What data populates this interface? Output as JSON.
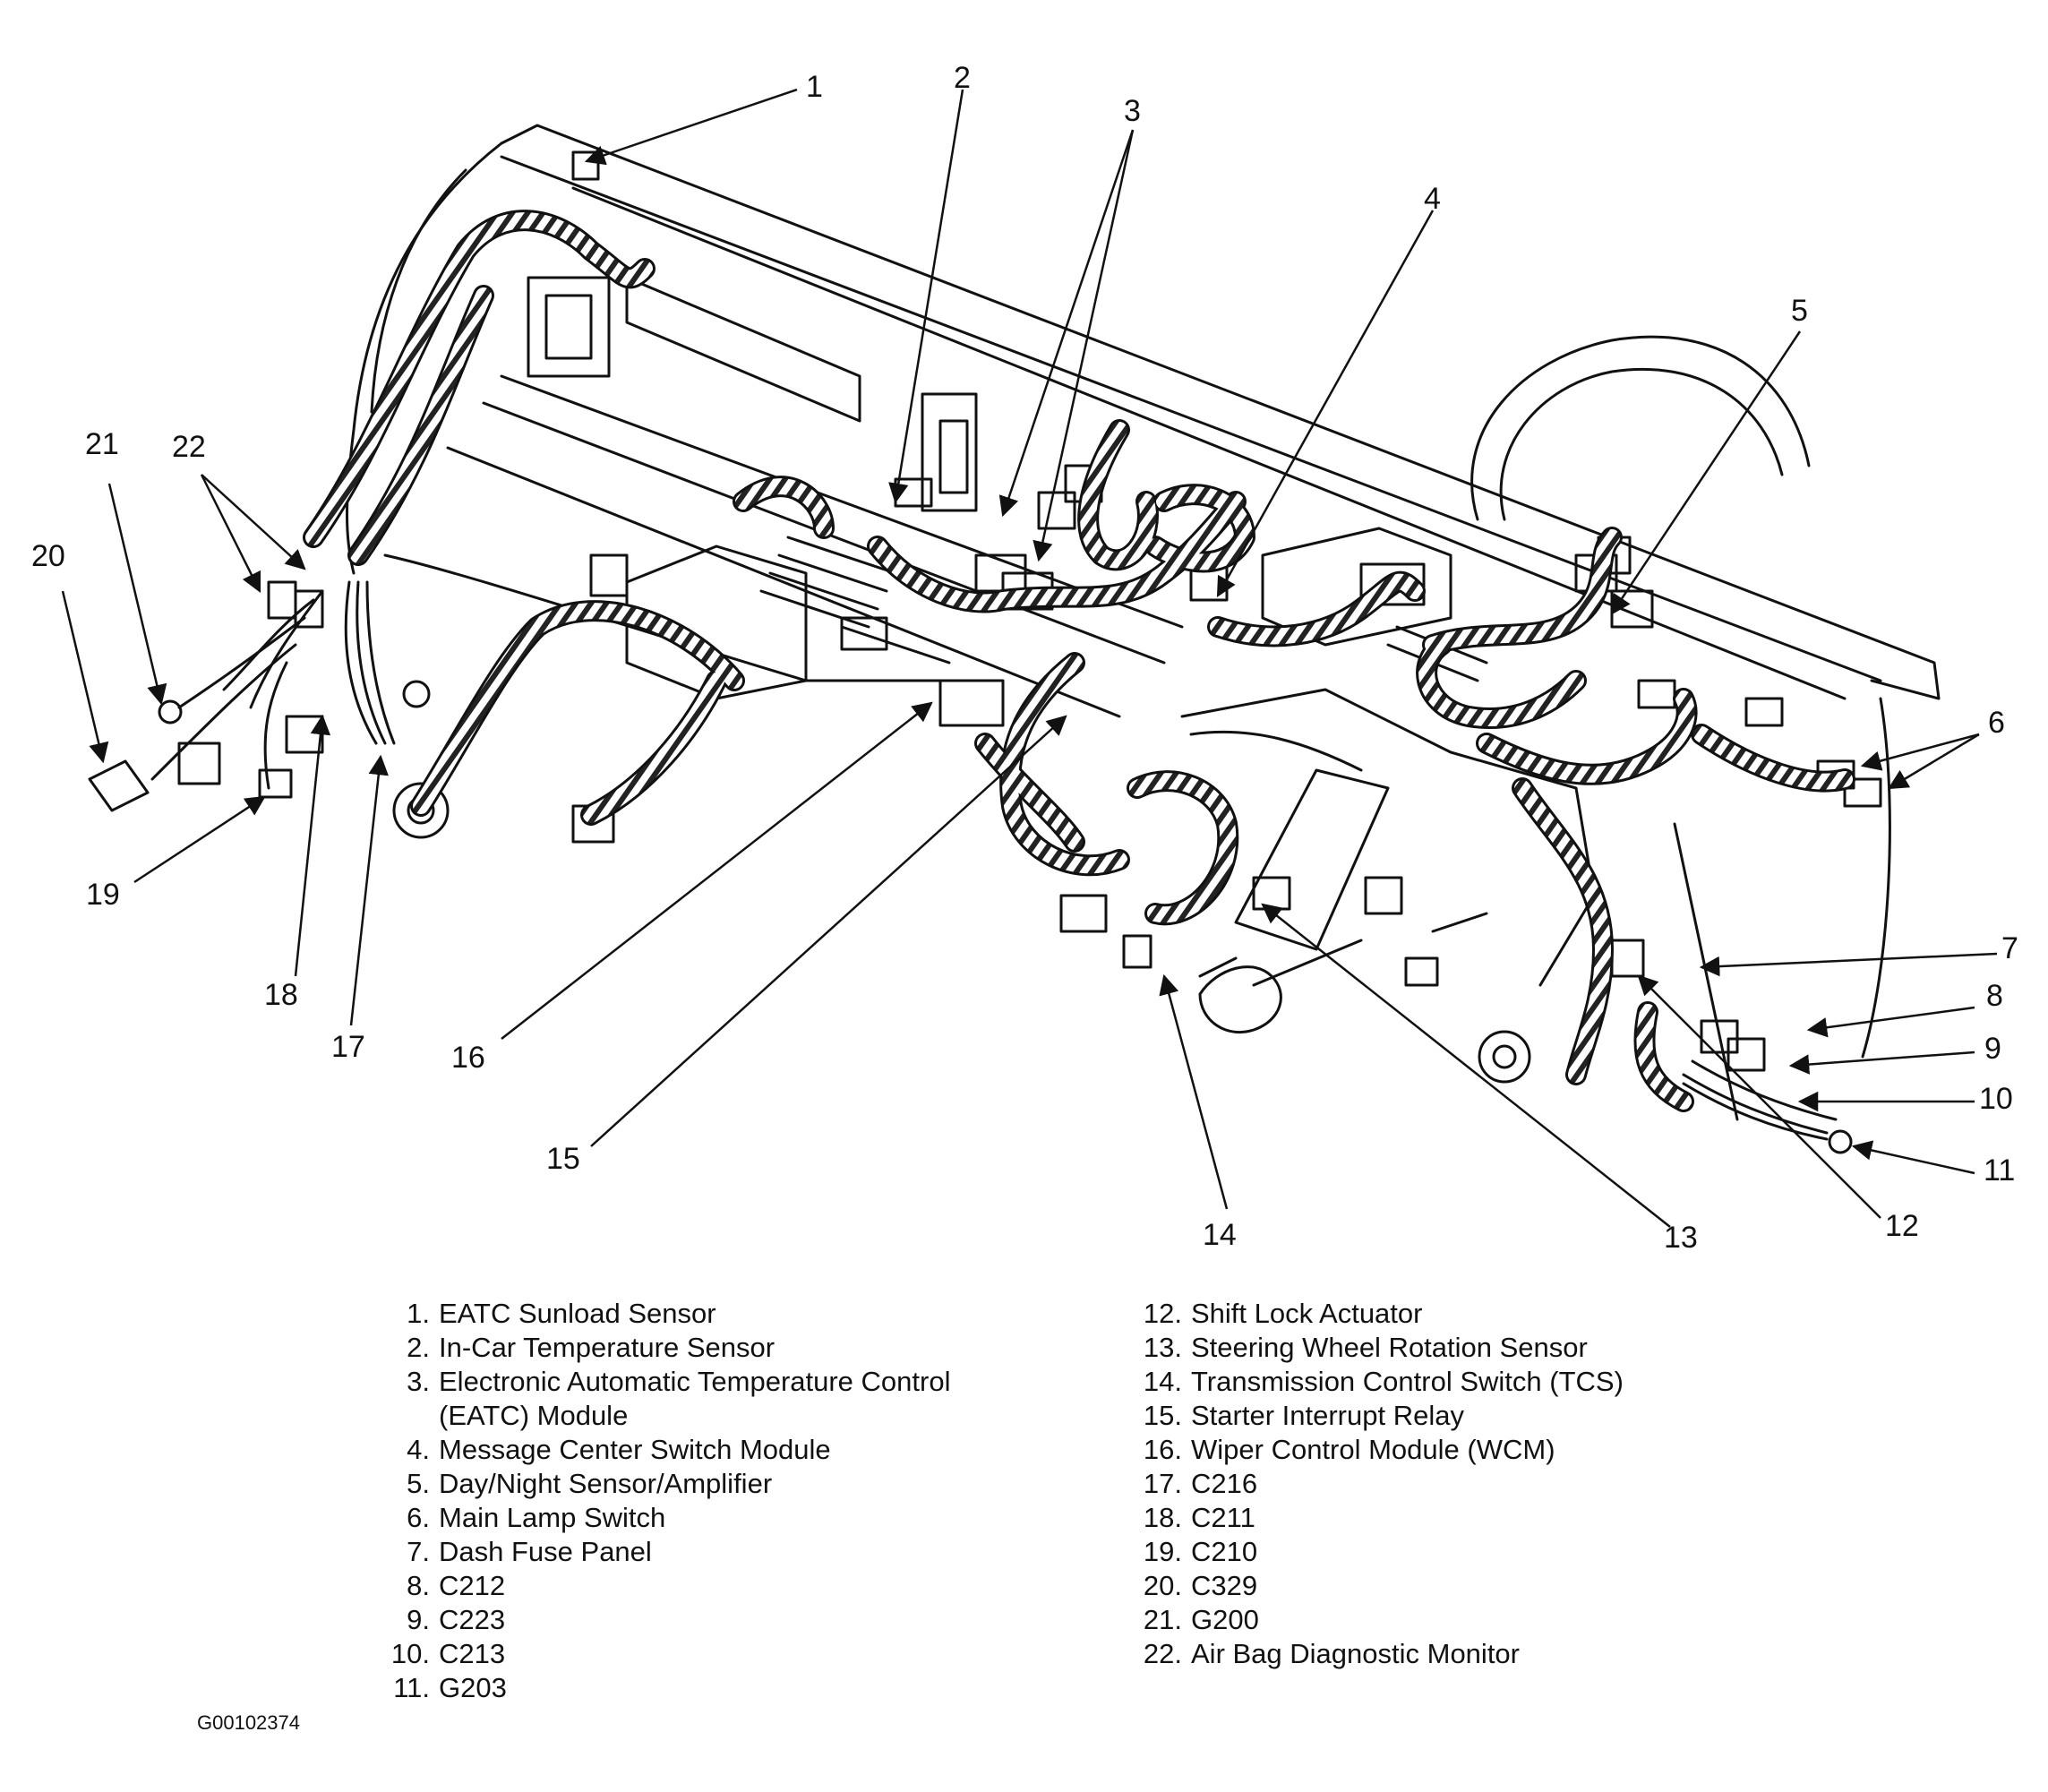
{
  "callouts": [
    "1",
    "2",
    "3",
    "4",
    "5",
    "6",
    "7",
    "8",
    "9",
    "10",
    "11",
    "12",
    "13",
    "14",
    "15",
    "16",
    "17",
    "18",
    "19",
    "20",
    "21",
    "22"
  ],
  "legend_left": [
    {
      "num": "1.",
      "text": "EATC Sunload Sensor"
    },
    {
      "num": "2.",
      "text": "In-Car Temperature Sensor"
    },
    {
      "num": "3.",
      "text": "Electronic Automatic Temperature Control",
      "cont": "(EATC) Module"
    },
    {
      "num": "4.",
      "text": "Message Center Switch Module"
    },
    {
      "num": "5.",
      "text": "Day/Night Sensor/Amplifier"
    },
    {
      "num": "6.",
      "text": "Main Lamp Switch"
    },
    {
      "num": "7.",
      "text": "Dash Fuse Panel"
    },
    {
      "num": "8.",
      "text": "C212"
    },
    {
      "num": "9.",
      "text": "C223"
    },
    {
      "num": "10.",
      "text": "C213"
    },
    {
      "num": "11.",
      "text": "G203"
    }
  ],
  "legend_right": [
    {
      "num": "12.",
      "text": "Shift Lock Actuator"
    },
    {
      "num": "13.",
      "text": "Steering Wheel Rotation Sensor"
    },
    {
      "num": "14.",
      "text": "Transmission Control Switch (TCS)"
    },
    {
      "num": "15.",
      "text": "Starter Interrupt Relay"
    },
    {
      "num": "16.",
      "text": "Wiper Control Module (WCM)"
    },
    {
      "num": "17.",
      "text": "C216"
    },
    {
      "num": "18.",
      "text": "C211"
    },
    {
      "num": "19.",
      "text": "C210"
    },
    {
      "num": "20.",
      "text": "C329"
    },
    {
      "num": "21.",
      "text": "G200"
    },
    {
      "num": "22.",
      "text": "Air Bag Diagnostic Monitor"
    }
  ],
  "figure_id": "G00102374"
}
